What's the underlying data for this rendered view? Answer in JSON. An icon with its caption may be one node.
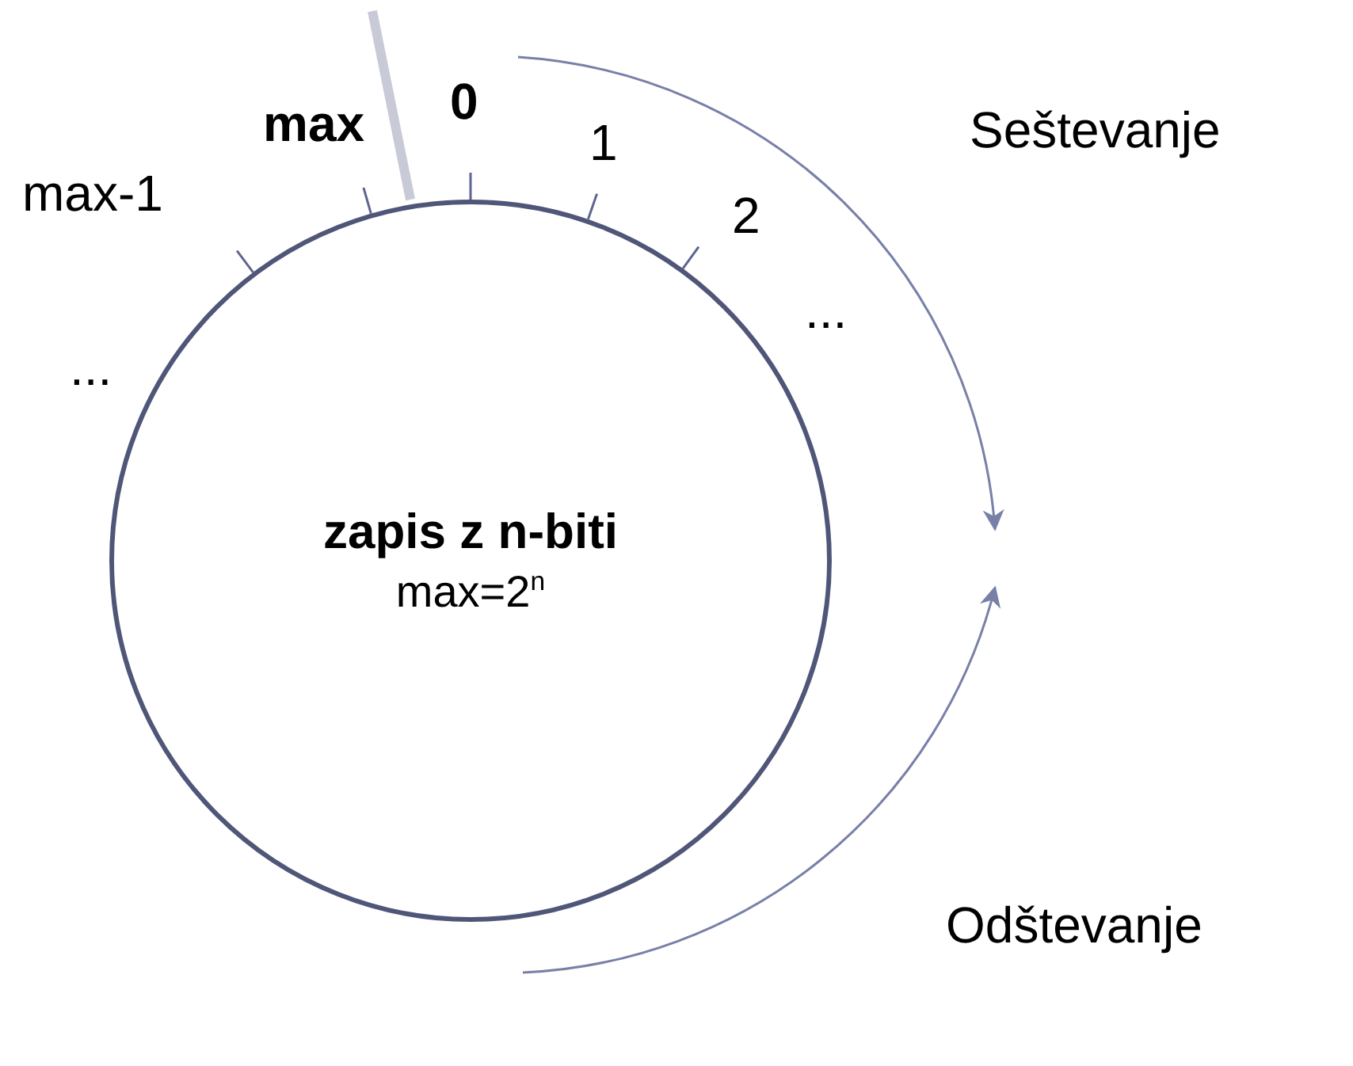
{
  "diagram": {
    "nodes": [
      {
        "text": [
          "zapis z n-biti",
          "max=2$^{n}$"
        ]
      }
    ],
    "labels": [
      "max",
      "0",
      "max-1",
      "1",
      "Seštevanje",
      "2",
      "...",
      "...",
      "Odštevanje"
    ]
  }
}
